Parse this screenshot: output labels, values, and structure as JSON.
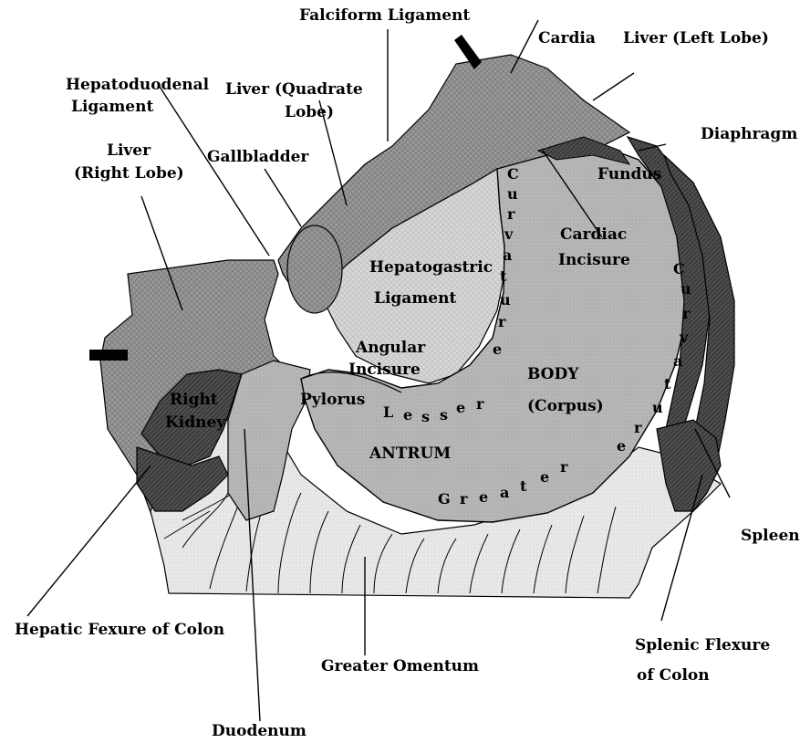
{
  "labels": {
    "falciform_ligament": "Falciform Ligament",
    "cardia": "Cardia",
    "liver_left_lobe": "Liver (Left Lobe)",
    "liver_quadrate_lobe_1": "Liver (Quadrate",
    "liver_quadrate_lobe_2": "Lobe)",
    "hepatoduodenal_ligament_1": "Hepatoduodenal",
    "hepatoduodenal_ligament_2": "Ligament",
    "diaphragm": "Diaphragm",
    "liver_right_lobe_1": "Liver",
    "liver_right_lobe_2": "(Right Lobe)",
    "gallbladder": "Gallbladder",
    "fundus": "Fundus",
    "cardiac_incisure_1": "Cardiac",
    "cardiac_incisure_2": "Incisure",
    "hepatogastric_ligament_1": "Hepatogastric",
    "hepatogastric_ligament_2": "Ligament",
    "angular_incisure_1": "Angular",
    "angular_incisure_2": "Incisure",
    "body_1": "BODY",
    "body_2": "(Corpus)",
    "pylorus": "Pylorus",
    "right_kidney_1": "Right",
    "right_kidney_2": "Kidney",
    "antrum": "ANTRUM",
    "spleen": "Spleen",
    "hepatic_flexure": "Hepatic Fexure of Colon",
    "greater_omentum": "Greater Omentum",
    "splenic_flexure_1": "Splenic Flexure",
    "splenic_flexure_2": "of Colon",
    "duodenum": "Duodenum"
  },
  "curvature_letters": {
    "lesser": [
      "L",
      "e",
      "s",
      "s",
      "e",
      "r"
    ],
    "lesser_curvature": [
      "C",
      "u",
      "r",
      "v",
      "a",
      "t",
      "u",
      "r",
      "e"
    ],
    "greater": [
      "G",
      "r",
      "e",
      "a",
      "t",
      "e",
      "r"
    ],
    "greater_curvature": [
      "C",
      "u",
      "r",
      "v",
      "a",
      "t",
      "u",
      "r",
      "e"
    ]
  },
  "colors": {
    "liver": "#a9a9a9",
    "stomach": "#b8b8b8",
    "ligament": "#dedede",
    "omentum": "#e6e6e6",
    "spleen": "#4a4a4a",
    "kidney": "#555555",
    "diaphragm": "#606060",
    "outline": "#000000"
  }
}
